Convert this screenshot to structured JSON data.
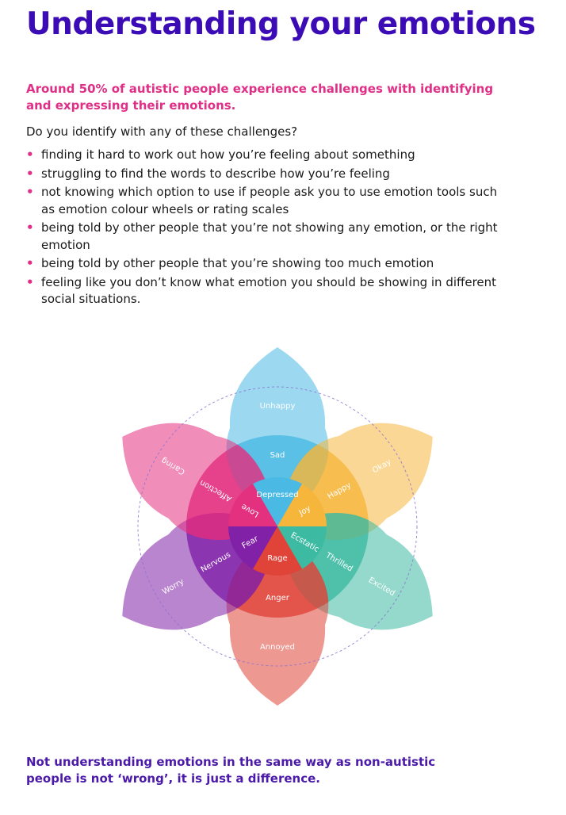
{
  "title": "Understanding your emotions",
  "lead": "Around 50% of autistic people experience challenges with identifying and expressing their emotions.",
  "question": "Do you identify with any of these challenges?",
  "bullets": [
    "finding it hard to work out how you’re feeling about something",
    "struggling to find the words to describe how you’re feeling",
    "not knowing which option to use if people ask you to use emotion tools such as emotion colour wheels or rating scales",
    "being told by other people that you’re not showing any emotion, or the right emotion",
    "being told by other people that you’re showing too much emotion",
    "feeling like you don’t know what emotion you should be showing in different social situations."
  ],
  "wheel": {
    "petals": [
      {
        "inner": "Depressed",
        "middle": "Sad",
        "outer": "Unhappy",
        "color": "#4ab9e3"
      },
      {
        "inner": "Joy",
        "middle": "Happy",
        "outer": "Okay",
        "color": "#f6b63c"
      },
      {
        "inner": "Ecstatic",
        "middle": "Thrilled",
        "outer": "Excited",
        "color": "#3dbaa2"
      },
      {
        "inner": "Rage",
        "middle": "Anger",
        "outer": "Annoyed",
        "color": "#e04438"
      },
      {
        "inner": "Fear",
        "middle": "Nervous",
        "outer": "Worry",
        "color": "#8121a8"
      },
      {
        "inner": "Love",
        "middle": "Affection",
        "outer": "Caring",
        "color": "#e3307f"
      }
    ]
  },
  "footer": "Not understanding emotions in the same way as non-autistic people is not ‘wrong’, it is just a difference."
}
